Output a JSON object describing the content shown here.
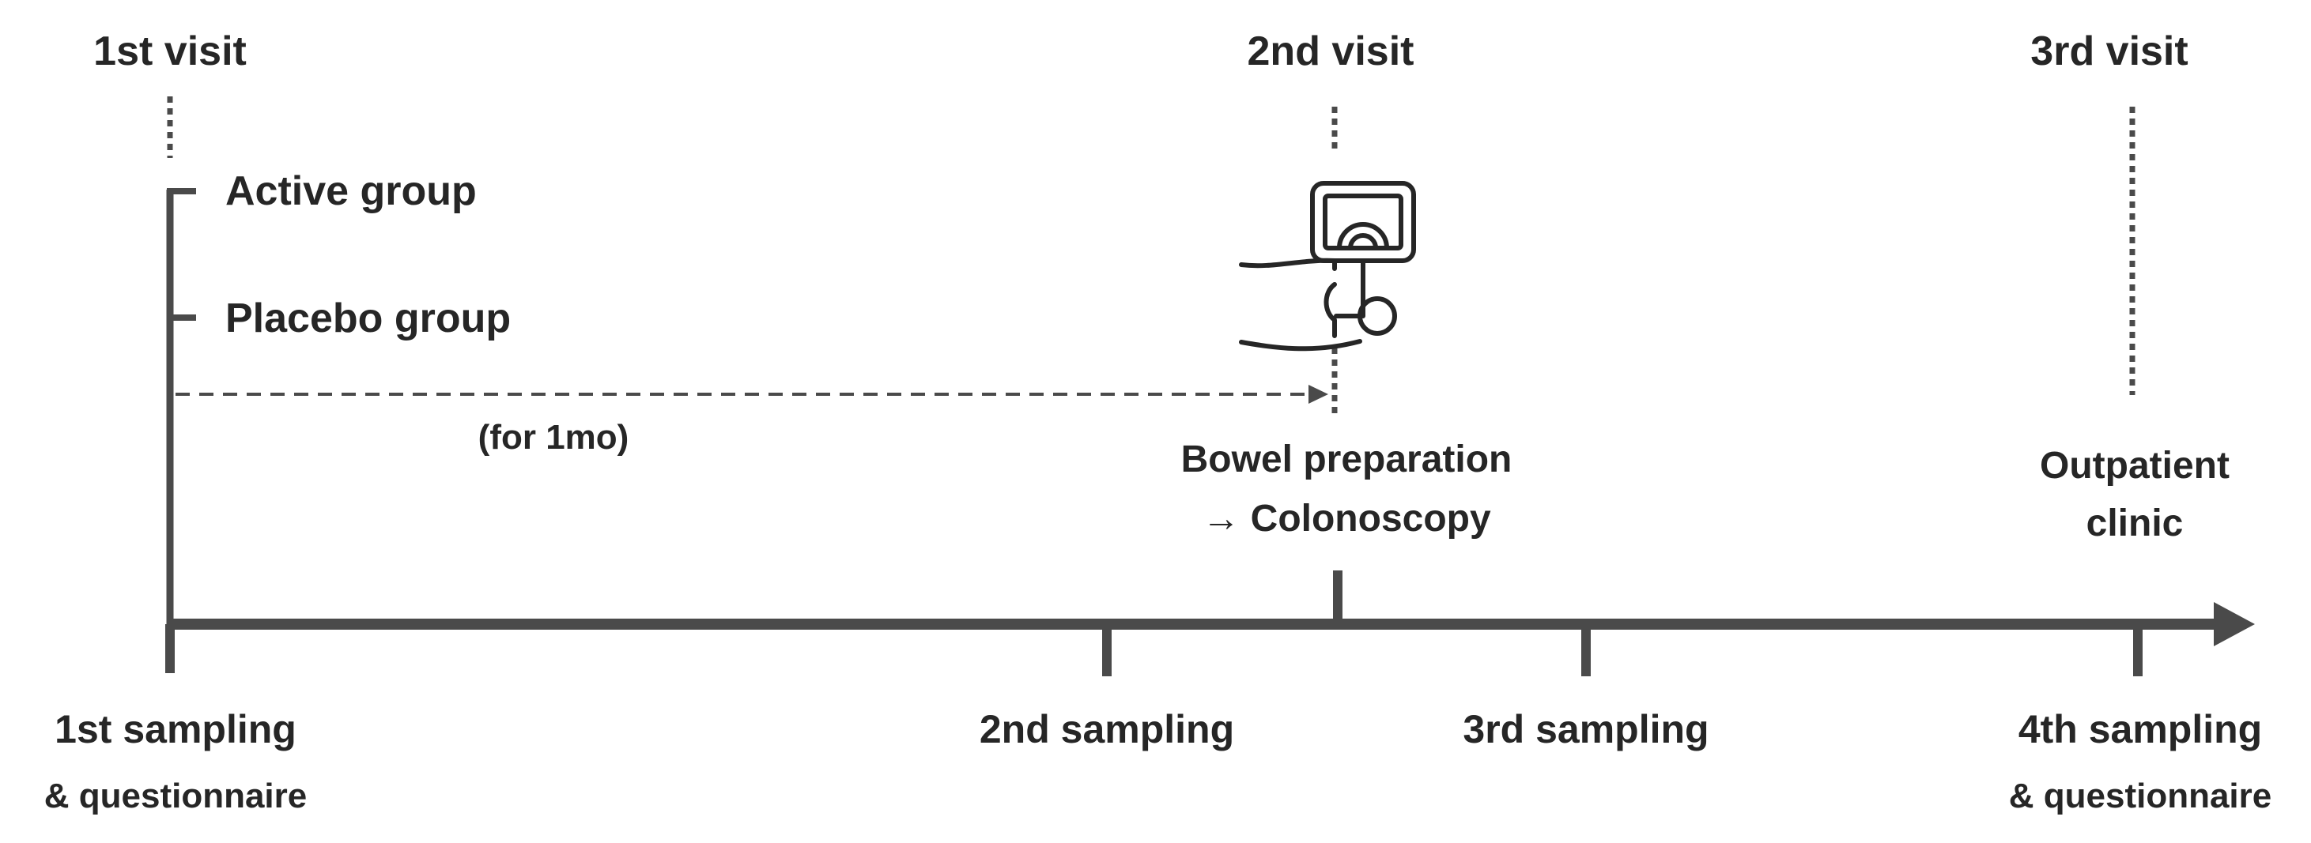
{
  "colors": {
    "line": "#4a4a4a",
    "text": "#262626"
  },
  "visits": [
    {
      "label": "1st visit"
    },
    {
      "label": "2nd visit"
    },
    {
      "label": "3rd visit"
    }
  ],
  "groups": [
    {
      "label": "Active group"
    },
    {
      "label": "Placebo group"
    }
  ],
  "duration_label": "(for 1mo)",
  "visit2_activity": {
    "line1": "Bowel preparation",
    "line2": "→ Colonoscopy"
  },
  "visit3_activity": {
    "line1": "Outpatient",
    "line2": "clinic"
  },
  "samplings": [
    {
      "line1": "1st sampling",
      "line2": "& questionnaire"
    },
    {
      "line1": "2nd sampling",
      "line2": ""
    },
    {
      "line1": "3rd sampling",
      "line2": ""
    },
    {
      "line1": "4th sampling",
      "line2": "& questionnaire"
    }
  ],
  "icons": {
    "colonoscope": "colonoscope-icon"
  }
}
